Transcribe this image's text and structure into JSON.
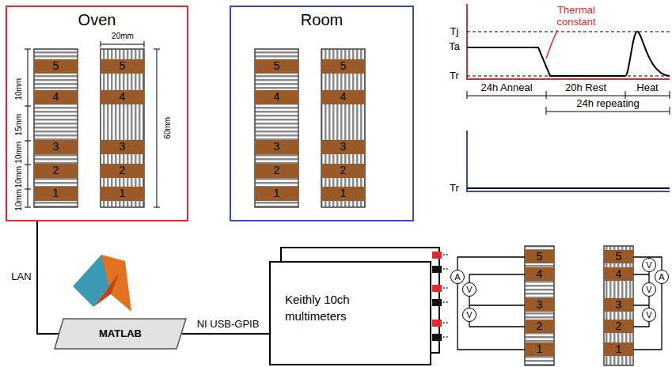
{
  "diagram": {
    "nodes": [
      {
        "text": [
          "Oven"
        ]
      },
      {
        "text": [
          "Room"
        ]
      },
      {
        "text": [
          "5"
        ],
        "in": 0
      },
      {
        "text": [
          "4"
        ],
        "in": 0
      },
      {
        "text": [
          "3"
        ],
        "in": 0
      },
      {
        "text": [
          "2"
        ],
        "in": 0
      },
      {
        "text": [
          "1"
        ],
        "in": 0
      },
      {
        "text": [
          "5"
        ],
        "in": 0
      },
      {
        "text": [
          "4"
        ],
        "in": 0
      },
      {
        "text": [
          "3"
        ],
        "in": 0
      },
      {
        "text": [
          "2"
        ],
        "in": 0
      },
      {
        "text": [
          "1"
        ],
        "in": 0
      },
      {
        "text": [
          "5"
        ],
        "in": 1
      },
      {
        "text": [
          "4"
        ],
        "in": 1
      },
      {
        "text": [
          "3"
        ],
        "in": 1
      },
      {
        "text": [
          "2"
        ],
        "in": 1
      },
      {
        "text": [
          "1"
        ],
        "in": 1
      },
      {
        "text": [
          "5"
        ],
        "in": 1
      },
      {
        "text": [
          "4"
        ],
        "in": 1
      },
      {
        "text": [
          "3"
        ],
        "in": 1
      },
      {
        "text": [
          "2"
        ],
        "in": 1
      },
      {
        "text": [
          "1"
        ],
        "in": 1
      },
      {
        "text": [
          "MATLAB"
        ]
      },
      {
        "text": [
          "Keithly 10ch multimeters"
        ]
      },
      {
        "text": [
          "5"
        ]
      },
      {
        "text": [
          "4"
        ]
      },
      {
        "text": [
          "3"
        ]
      },
      {
        "text": [
          "2"
        ]
      },
      {
        "text": [
          "1"
        ]
      },
      {
        "text": [
          "5"
        ]
      },
      {
        "text": [
          "4"
        ]
      },
      {
        "text": [
          "3"
        ]
      },
      {
        "text": [
          "2"
        ]
      },
      {
        "text": [
          "1"
        ]
      },
      {
        "text": [
          "A"
        ]
      },
      {
        "text": [
          "V"
        ]
      },
      {
        "text": [
          "V"
        ]
      },
      {
        "text": [
          "V"
        ]
      },
      {
        "text": [
          "A"
        ]
      },
      {
        "text": [
          "V"
        ]
      },
      {
        "text": [
          "V"
        ]
      }
    ],
    "edges": [
      {
        "from": 0,
        "to": 22,
        "arrow": "none",
        "label": "LAN"
      },
      {
        "from": 22,
        "to": 23,
        "arrow": "none",
        "label": "NI USB-GPIB"
      }
    ],
    "labels": [
      "10mm",
      "15mm",
      "10mm",
      "10mm",
      "10mm",
      "20mm",
      "60mm",
      "Tj",
      "Ta",
      "Tr",
      "Thermal constant",
      "24h Anneal",
      "20h Rest",
      "Heat",
      "24h repeating",
      "Tr"
    ]
  }
}
